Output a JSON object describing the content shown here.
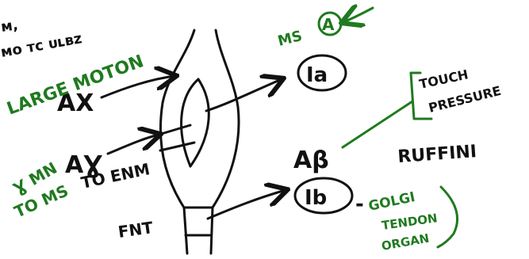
{
  "corner_left": {
    "line1": "ᴍ,",
    "line2": "ᴍᴏ ᴛᴄ ᴜʟʙᴢ"
  },
  "fiber_labels": {
    "a_alpha": "AX",
    "a_gamma": "AƔ",
    "beta": "Aβ",
    "fnt": "FNT"
  },
  "green_labels": {
    "large_motor": "LARGE MOTON",
    "gamma_mn": "Ɣ MN",
    "to_ms": "TO MS",
    "ms_a": "MS",
    "golgi": "GOLGI",
    "tendon": "TENDON",
    "organ": "ORGAN"
  },
  "other_labels": {
    "to_enm": "TO ENM",
    "circle_a": "A",
    "ia": "Ia",
    "ib": "Ib",
    "touch": "TOUCH",
    "pressure": "PRESSURE",
    "ruffini": "RUFFINI",
    "dash": "-"
  },
  "colors": {
    "ink": "#111111",
    "green": "#1f7a1f"
  }
}
